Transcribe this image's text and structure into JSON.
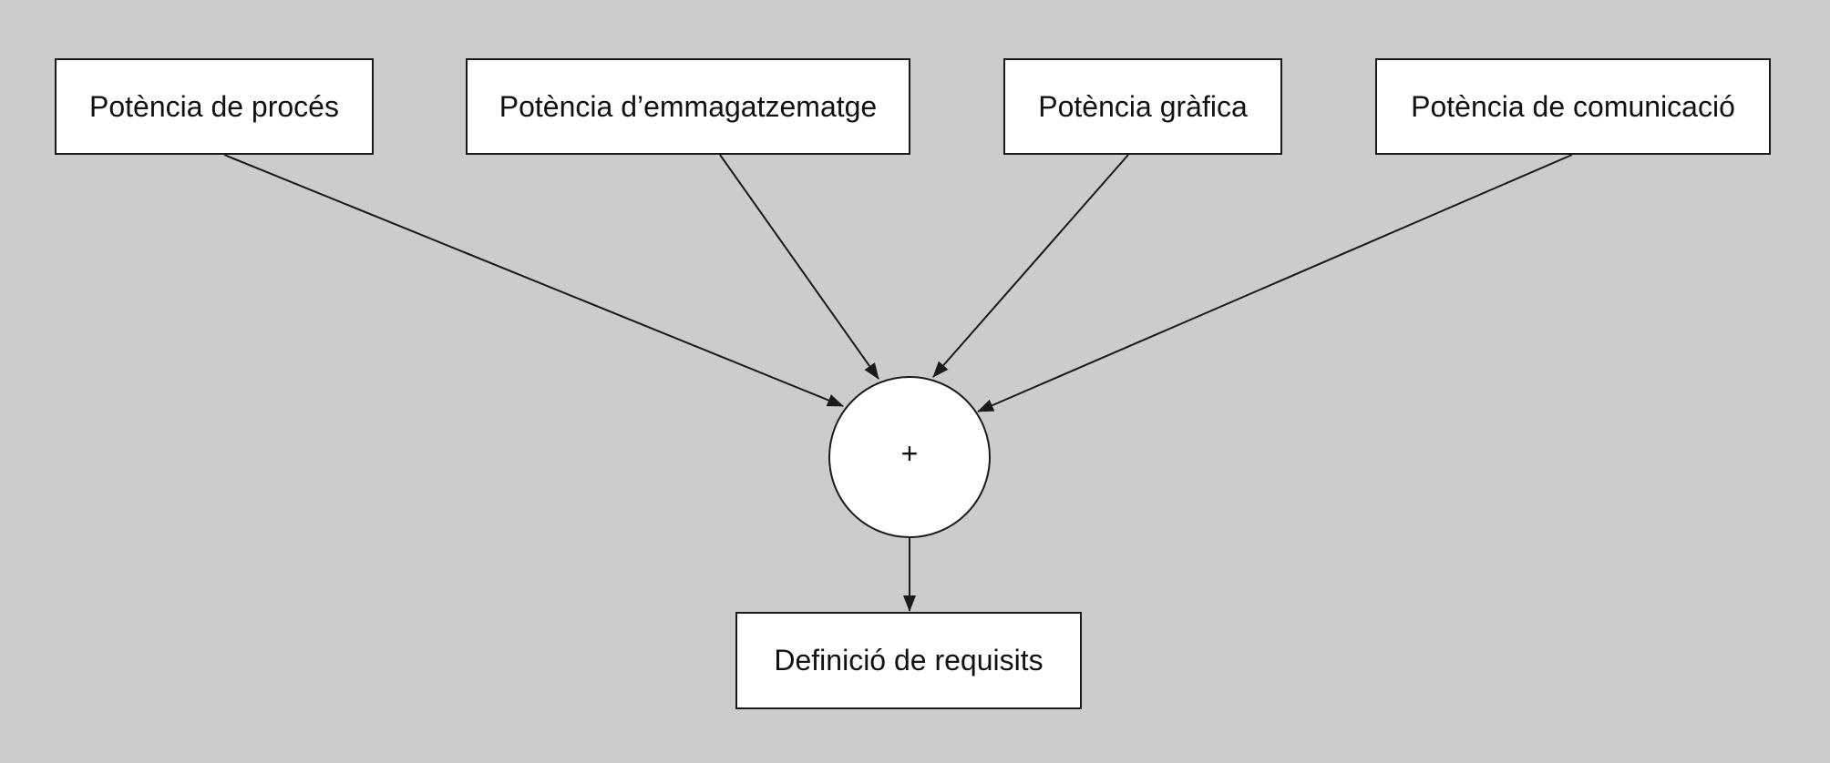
{
  "inputs": [
    {
      "label": "Potència de procés"
    },
    {
      "label": "Potència d’emmagatzematge"
    },
    {
      "label": "Potència gràfica"
    },
    {
      "label": "Potència de comunicació"
    }
  ],
  "operator": {
    "symbol": "+"
  },
  "output": {
    "label": "Definició de requisits"
  },
  "colors": {
    "background": "#cccccc",
    "node_fill": "#ffffff",
    "stroke": "#1a1a1a"
  }
}
